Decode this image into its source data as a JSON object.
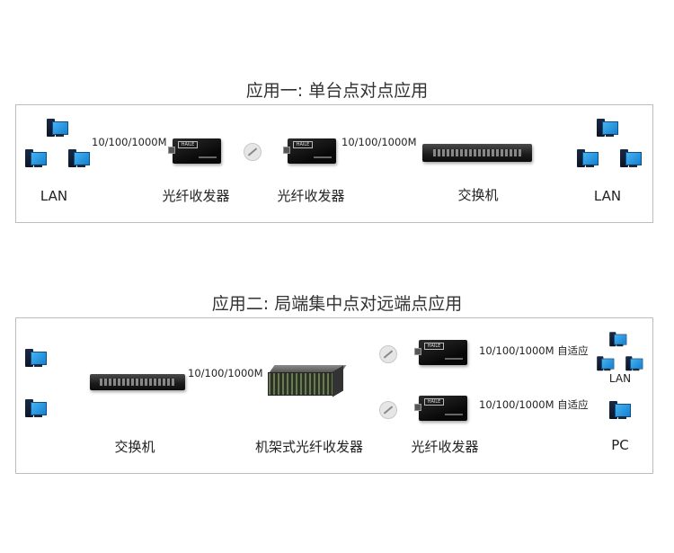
{
  "section1": {
    "title": "应用一: 单台点对点应用",
    "labels": {
      "lan_left": "LAN",
      "converter_a": "光纤收发器",
      "converter_b": "光纤收发器",
      "switch": "交换机",
      "lan_right": "LAN"
    },
    "speed_a": "10/100/1000M",
    "speed_b": "10/100/1000M"
  },
  "section2": {
    "title": "应用二: 局端集中点对远端点应用",
    "labels": {
      "switch": "交换机",
      "rack": "机架式光纤收发器",
      "converter": "光纤收发器",
      "lan": "LAN",
      "pc": "PC"
    },
    "speed_a": "10/100/1000M",
    "speed_top": "10/100/1000M 自适应",
    "speed_bottom": "10/100/1000M 自适应"
  },
  "device_brand": "HAILE",
  "colors": {
    "monitor": "#1e8fdf",
    "link": "#9e9e9e",
    "panel_border": "#bdbdbd",
    "lan_link": "#66b5ee"
  },
  "icons": [
    "computer-icon",
    "media-converter-icon",
    "switch-icon",
    "rack-chassis-icon",
    "fiber-link-icon"
  ]
}
